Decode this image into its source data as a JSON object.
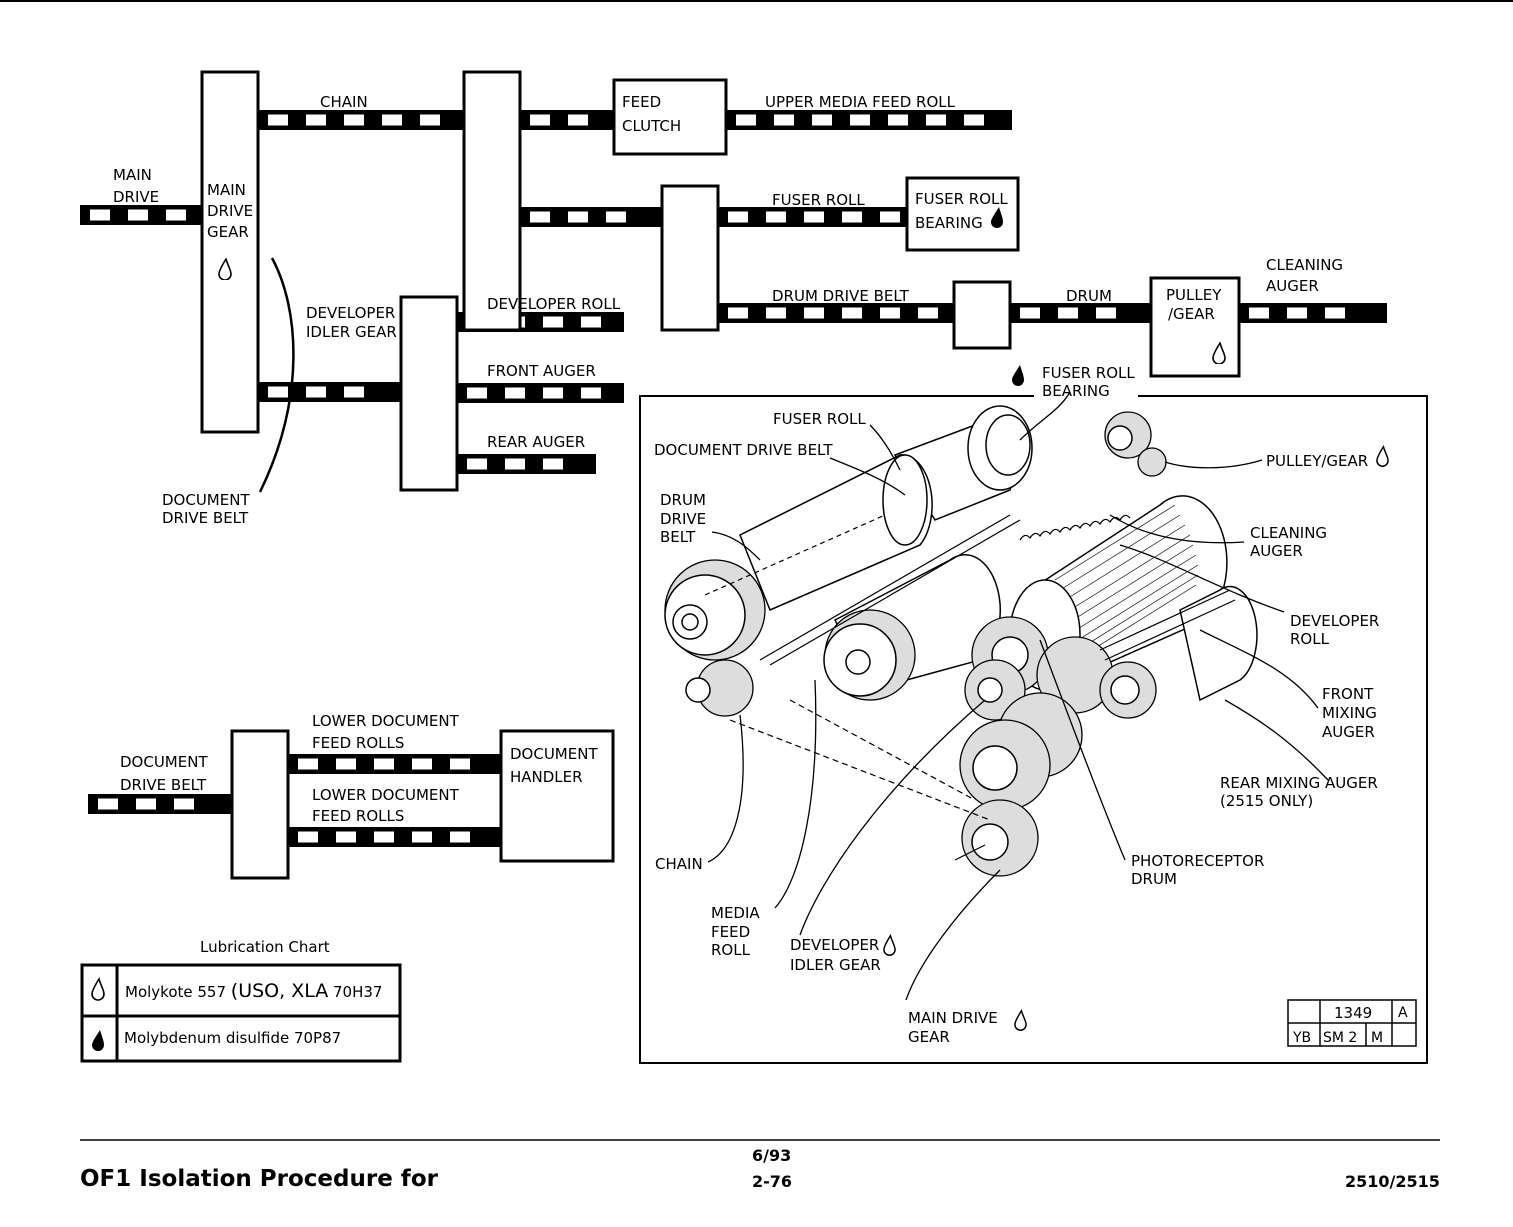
{
  "schematic": {
    "main_drive": [
      "MAIN",
      "DRIVE"
    ],
    "main_drive_gear": [
      "MAIN",
      "DRIVE",
      "GEAR"
    ],
    "chain": "CHAIN",
    "feed_clutch": [
      "FEED",
      "CLUTCH"
    ],
    "upper_media_feed_roll": "UPPER MEDIA FEED ROLL",
    "fuser_roll": "FUSER ROLL",
    "fuser_roll_bearing": [
      "FUSER ROLL",
      "BEARING"
    ],
    "drum_drive_belt": "DRUM DRIVE BELT",
    "drum": "DRUM",
    "pulley_gear": [
      "PULLEY",
      "/GEAR"
    ],
    "cleaning_auger": [
      "CLEANING",
      "AUGER"
    ],
    "developer_idler_gear": [
      "DEVELOPER",
      "IDLER GEAR"
    ],
    "developer_roll": "DEVELOPER ROLL",
    "front_auger": "FRONT AUGER",
    "rear_auger": "REAR AUGER",
    "document_drive_belt": [
      "DOCUMENT",
      "DRIVE BELT"
    ]
  },
  "document_section": {
    "document_drive_belt": [
      "DOCUMENT",
      "DRIVE BELT"
    ],
    "lower_document_feed_rolls_1": [
      "LOWER DOCUMENT",
      "FEED ROLLS"
    ],
    "lower_document_feed_rolls_2": [
      "LOWER DOCUMENT",
      "FEED ROLLS"
    ],
    "document_handler": [
      "DOCUMENT",
      "HANDLER"
    ]
  },
  "lubrication_chart": {
    "title": "Lubrication Chart",
    "rows": [
      {
        "icon": "outline-drop-icon",
        "text_a": "Molykote 557 ",
        "text_b": "(USO, XLA",
        "text_c": " 70H37"
      },
      {
        "icon": "solid-drop-icon",
        "text_a": "Molybdenum disulfide 70P87"
      }
    ]
  },
  "isometric": {
    "fuser_roll_bearing": [
      "FUSER ROLL",
      "BEARING"
    ],
    "fuser_roll": "FUSER ROLL",
    "document_drive_belt": "DOCUMENT DRIVE BELT",
    "drum_drive_belt": [
      "DRUM",
      "DRIVE",
      "BELT"
    ],
    "pulley_gear": "PULLEY/GEAR",
    "cleaning_auger": [
      "CLEANING",
      "AUGER"
    ],
    "developer_roll": [
      "DEVELOPER",
      "ROLL"
    ],
    "front_mixing_auger": [
      "FRONT",
      "MIXING",
      "AUGER"
    ],
    "rear_mixing_auger": [
      "REAR MIXING AUGER",
      "(2515 ONLY)"
    ],
    "photoreceptor_drum": [
      "PHOTORECEPTOR",
      "DRUM"
    ],
    "chain": "CHAIN",
    "media_feed_roll": [
      "MEDIA",
      "FEED",
      "ROLL"
    ],
    "developer_idler_gear": [
      "DEVELOPER",
      "IDLER GEAR"
    ],
    "main_drive_gear": [
      "MAIN DRIVE",
      "GEAR"
    ]
  },
  "figure_id": {
    "number": "1349",
    "rev": "A",
    "c1": "YB",
    "c2": "SM 2",
    "c3": "M"
  },
  "footer": {
    "left": "OF1 Isolation Procedure for",
    "date": "6/93",
    "page": "2-76",
    "model": "2510/2515"
  }
}
